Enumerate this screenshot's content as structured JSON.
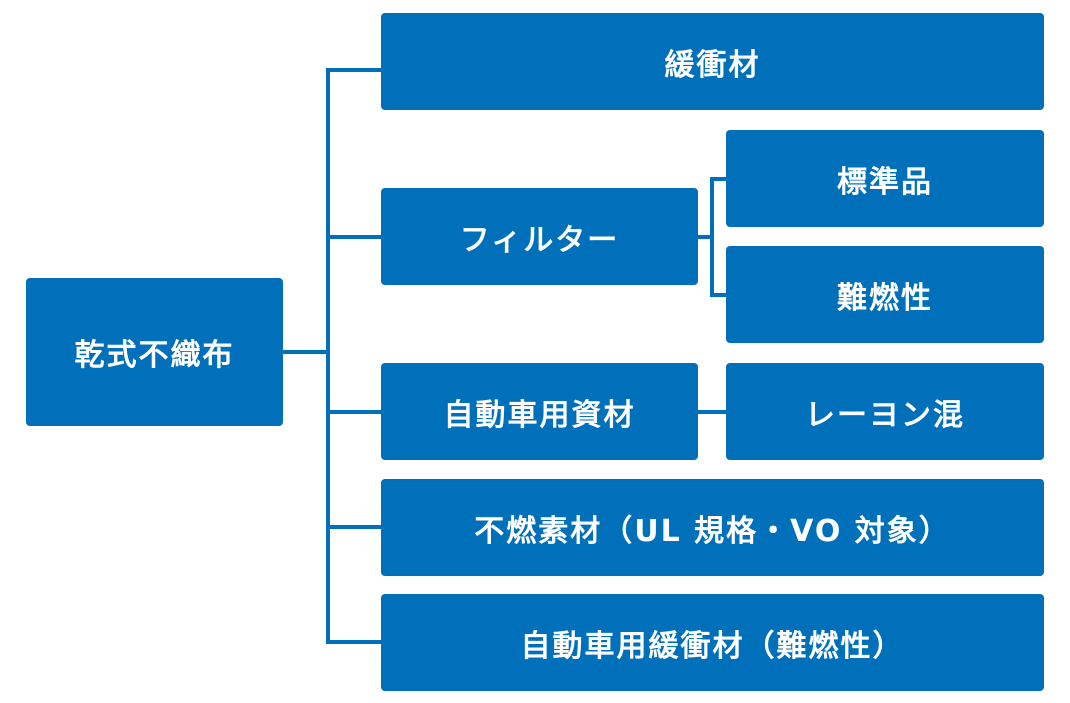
{
  "diagram": {
    "root": "乾式不織布",
    "branches": [
      {
        "label": "緩衝材"
      },
      {
        "label": "フィルター",
        "children": [
          "標準品",
          "難燃性"
        ]
      },
      {
        "label": "自動車用資材",
        "children": [
          "レーヨン混"
        ]
      },
      {
        "label": "不燃素材（UL 規格・VO 対象）"
      },
      {
        "label": "自動車用緩衝材（難燃性）"
      }
    ],
    "colors": {
      "box": "#0070bb",
      "text": "#ffffff",
      "line": "#0070bb"
    }
  }
}
